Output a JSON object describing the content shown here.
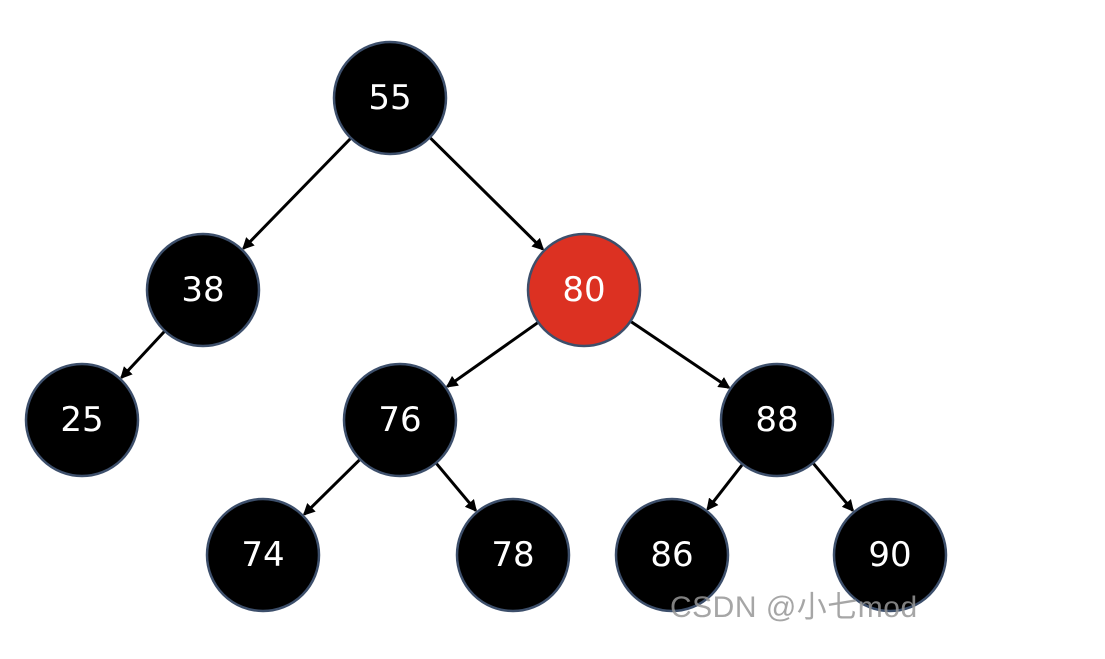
{
  "colors": {
    "black_node": "#000000",
    "red_node": "#dc3122",
    "edge": "#000000",
    "label": "#ffffff"
  },
  "tree": {
    "nodes": [
      {
        "id": "n55",
        "label": "55",
        "color": "black"
      },
      {
        "id": "n38",
        "label": "38",
        "color": "black"
      },
      {
        "id": "n80",
        "label": "80",
        "color": "red"
      },
      {
        "id": "n25",
        "label": "25",
        "color": "black"
      },
      {
        "id": "n76",
        "label": "76",
        "color": "black"
      },
      {
        "id": "n88",
        "label": "88",
        "color": "black"
      },
      {
        "id": "n74",
        "label": "74",
        "color": "black"
      },
      {
        "id": "n78",
        "label": "78",
        "color": "black"
      },
      {
        "id": "n86",
        "label": "86",
        "color": "black"
      },
      {
        "id": "n90",
        "label": "90",
        "color": "black"
      }
    ],
    "edges": [
      {
        "from": "n55",
        "to": "n38"
      },
      {
        "from": "n55",
        "to": "n80"
      },
      {
        "from": "n38",
        "to": "n25"
      },
      {
        "from": "n80",
        "to": "n76"
      },
      {
        "from": "n80",
        "to": "n88"
      },
      {
        "from": "n76",
        "to": "n74"
      },
      {
        "from": "n76",
        "to": "n78"
      },
      {
        "from": "n88",
        "to": "n86"
      },
      {
        "from": "n88",
        "to": "n90"
      }
    ]
  },
  "watermark": "CSDN @小七mod"
}
